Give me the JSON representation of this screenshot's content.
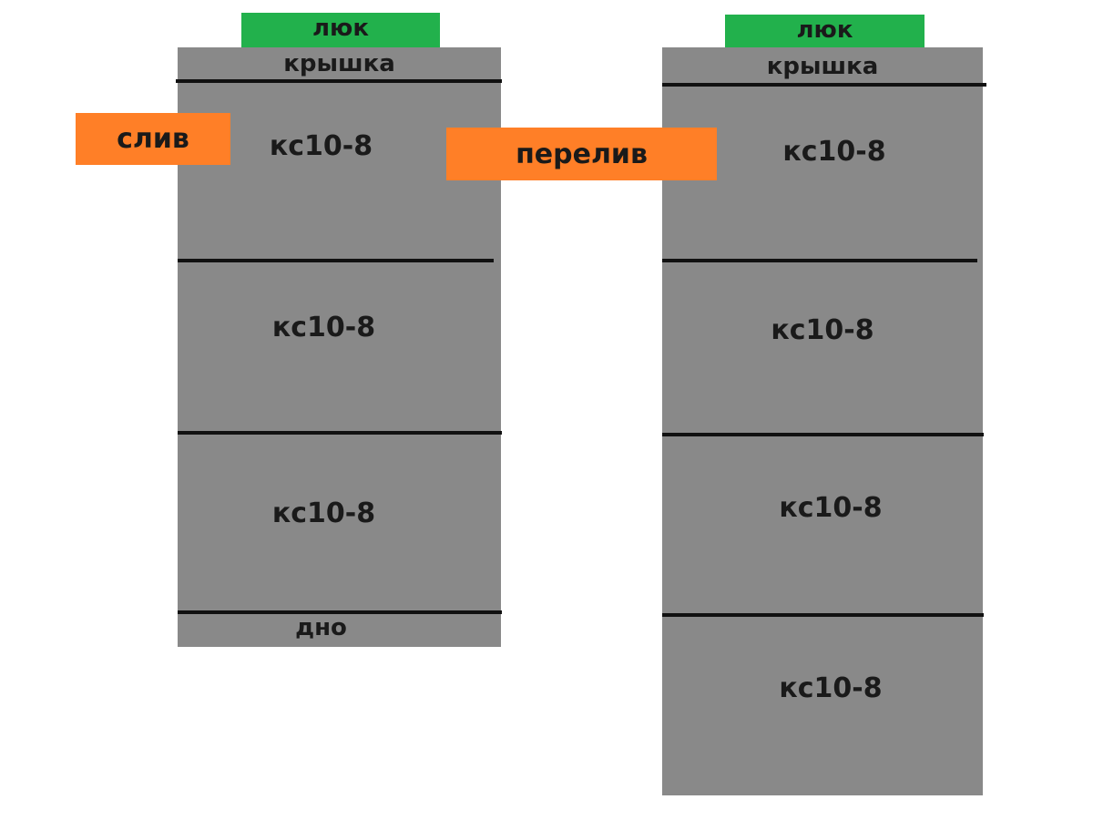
{
  "left_well": {
    "hatch": "люк",
    "cover": "крышка",
    "rings": [
      "кс10-8",
      "кс10-8",
      "кс10-8"
    ],
    "bottom": "дно"
  },
  "right_well": {
    "hatch": "люк",
    "cover": "крышка",
    "rings": [
      "кс10-8",
      "кс10-8",
      "кс10-8",
      "кс10-8"
    ]
  },
  "pipes": {
    "drain": "слив",
    "overflow": "перелив"
  },
  "colors": {
    "concrete": "#898989",
    "hatch": "#22b14c",
    "pipe": "#ff7f27"
  }
}
